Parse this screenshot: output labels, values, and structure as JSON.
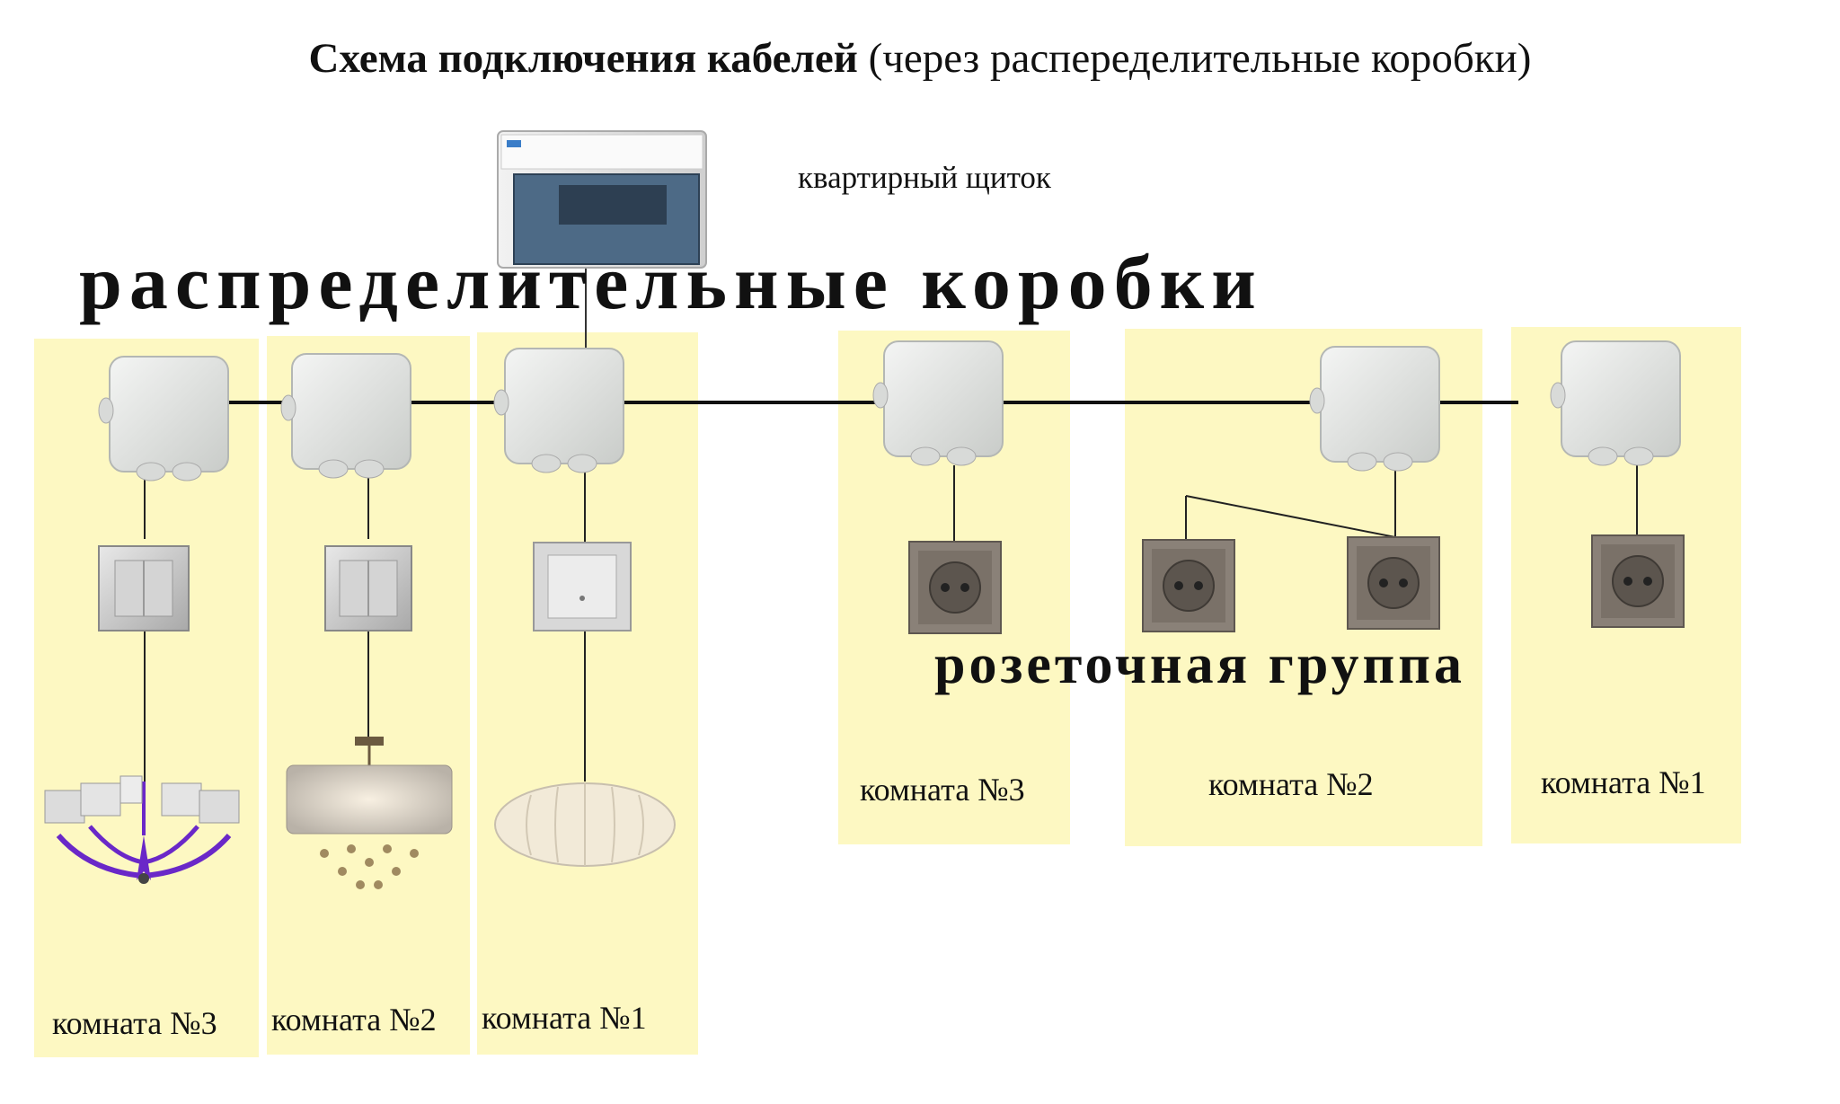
{
  "title": {
    "bold": "Схема подключения кабелей",
    "normal": "(через распеределительные коробки)"
  },
  "panel_label": "квартирный щиток",
  "junction_label": "распределительные коробки",
  "socket_group_label": "розеточная группа",
  "lighting_rooms": [
    {
      "label": "комната №3",
      "switch": "double-switch-icon",
      "lamp": "chandelier-purple-icon"
    },
    {
      "label": "комната №2",
      "switch": "double-switch-icon",
      "lamp": "crystal-drum-chandelier-icon"
    },
    {
      "label": "комната №1",
      "switch": "single-switch-icon",
      "lamp": "pendant-lamp-icon"
    }
  ],
  "socket_rooms": [
    {
      "label": "комната №3",
      "sockets": 1
    },
    {
      "label": "комната №2",
      "sockets": 2
    },
    {
      "label": "комната №1",
      "sockets": 1
    }
  ],
  "colors": {
    "room_zone": "#fdf8c2",
    "box": "#e4e6e4",
    "socket_frame": "#8a8178",
    "panel_window": "#3f5b78",
    "lamp_purple": "#6a28c8"
  }
}
